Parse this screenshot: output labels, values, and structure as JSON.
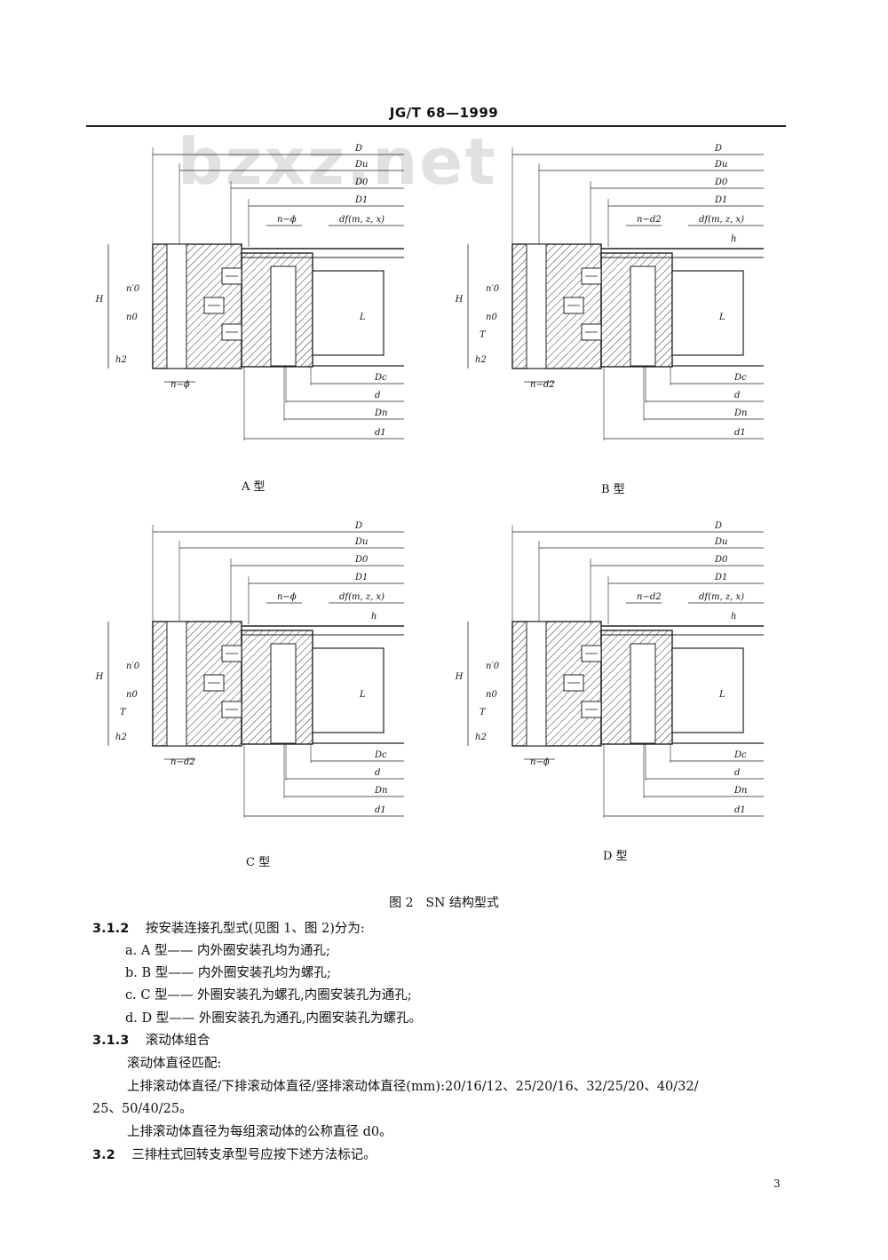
{
  "header": {
    "standard_code": "JG/T 68—1999",
    "watermark": "bzxz.net"
  },
  "figures": [
    {
      "caption": "A 型",
      "labels": {
        "D": "D",
        "Du": "Du",
        "D0": "D0",
        "D1": "D1",
        "nphi_top": "n−ϕ",
        "df": "df(m, z, x)",
        "n0p": "n′0",
        "n0": "n0",
        "H": "H",
        "L": "L",
        "h2": "h2",
        "nphi_bottom": "n−ϕ",
        "Dc": "Dc",
        "d": "d",
        "Dn": "Dn",
        "d1": "d1"
      }
    },
    {
      "caption": "B 型",
      "labels": {
        "D": "D",
        "Du": "Du",
        "D0": "D0",
        "D1": "D1",
        "nphi_top": "n−d2",
        "df": "df(m, z, x)",
        "h": "h",
        "n0p": "n′0",
        "n0": "n0",
        "H": "H",
        "T": "T",
        "L": "L",
        "h2": "h2",
        "nphi_bottom": "n−d2",
        "Dc": "Dc",
        "d": "d",
        "Dn": "Dn",
        "d1": "d1"
      }
    },
    {
      "caption": "C 型",
      "labels": {
        "D": "D",
        "Du": "Du",
        "D0": "D0",
        "D1": "D1",
        "nphi_top": "n−ϕ",
        "df": "df(m, z, x)",
        "h": "h",
        "n0p": "n′0",
        "n0": "n0",
        "H": "H",
        "T": "T",
        "L": "L",
        "h2": "h2",
        "nphi_bottom": "n−d2",
        "Dc": "Dc",
        "d": "d",
        "Dn": "Dn",
        "d1": "d1"
      }
    },
    {
      "caption": "D 型",
      "labels": {
        "D": "D",
        "Du": "Du",
        "D0": "D0",
        "D1": "D1",
        "nphi_top": "n−d2",
        "df": "df(m, z, x)",
        "h": "h",
        "n0p": "n′0",
        "n0": "n0",
        "H": "H",
        "T": "T",
        "L": "L",
        "h2": "h2",
        "nphi_bottom": "n−ϕ",
        "Dc": "Dc",
        "d": "d",
        "Dn": "Dn",
        "d1": "d1"
      }
    }
  ],
  "figure_caption": "图 2　SN 结构型式",
  "body": {
    "s312_num": "3.1.2",
    "s312_text": "按安装连接孔型式(见图 1、图 2)分为:",
    "item_a": "a. A 型—— 内外圈安装孔均为通孔;",
    "item_b": "b. B 型—— 内外圈安装孔均为螺孔;",
    "item_c": "c. C 型—— 外圈安装孔为螺孔,内圈安装孔为通孔;",
    "item_d": "d. D 型—— 外圈安装孔为通孔,内圈安装孔为螺孔。",
    "s313_num": "3.1.3",
    "s313_text": "滚动体组合",
    "match_title": "滚动体直径匹配:",
    "match_line1": "上排滚动体直径/下排滚动体直径/竖排滚动体直径(mm):20/16/12、25/20/16、32/25/20、40/32/",
    "match_line2": "25、50/40/25。",
    "nominal_line": "上排滚动体直径为每组滚动体的公称直径 d0。",
    "s32_num": "3.2",
    "s32_text": "三排柱式回转支承型号应按下述方法标记。"
  },
  "page_number": "3"
}
